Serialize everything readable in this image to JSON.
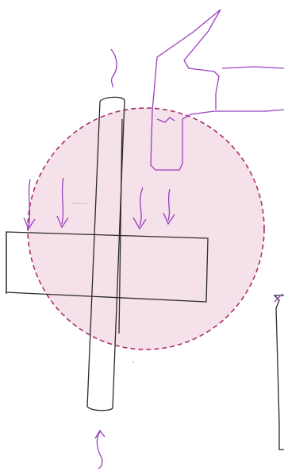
{
  "sketch": {
    "colors": {
      "paper": "#ffffff",
      "ink": "#2a2a2a",
      "marker": "#9a3fbf",
      "circle_fill": "#f5e1e9",
      "circle_stroke": "#a8306b"
    },
    "elements": [
      "vertical-bar",
      "horizontal-plate",
      "dashed-circle",
      "hand",
      "down-arrows",
      "top-curve",
      "bottom-curve",
      "right-edge-shape"
    ]
  }
}
